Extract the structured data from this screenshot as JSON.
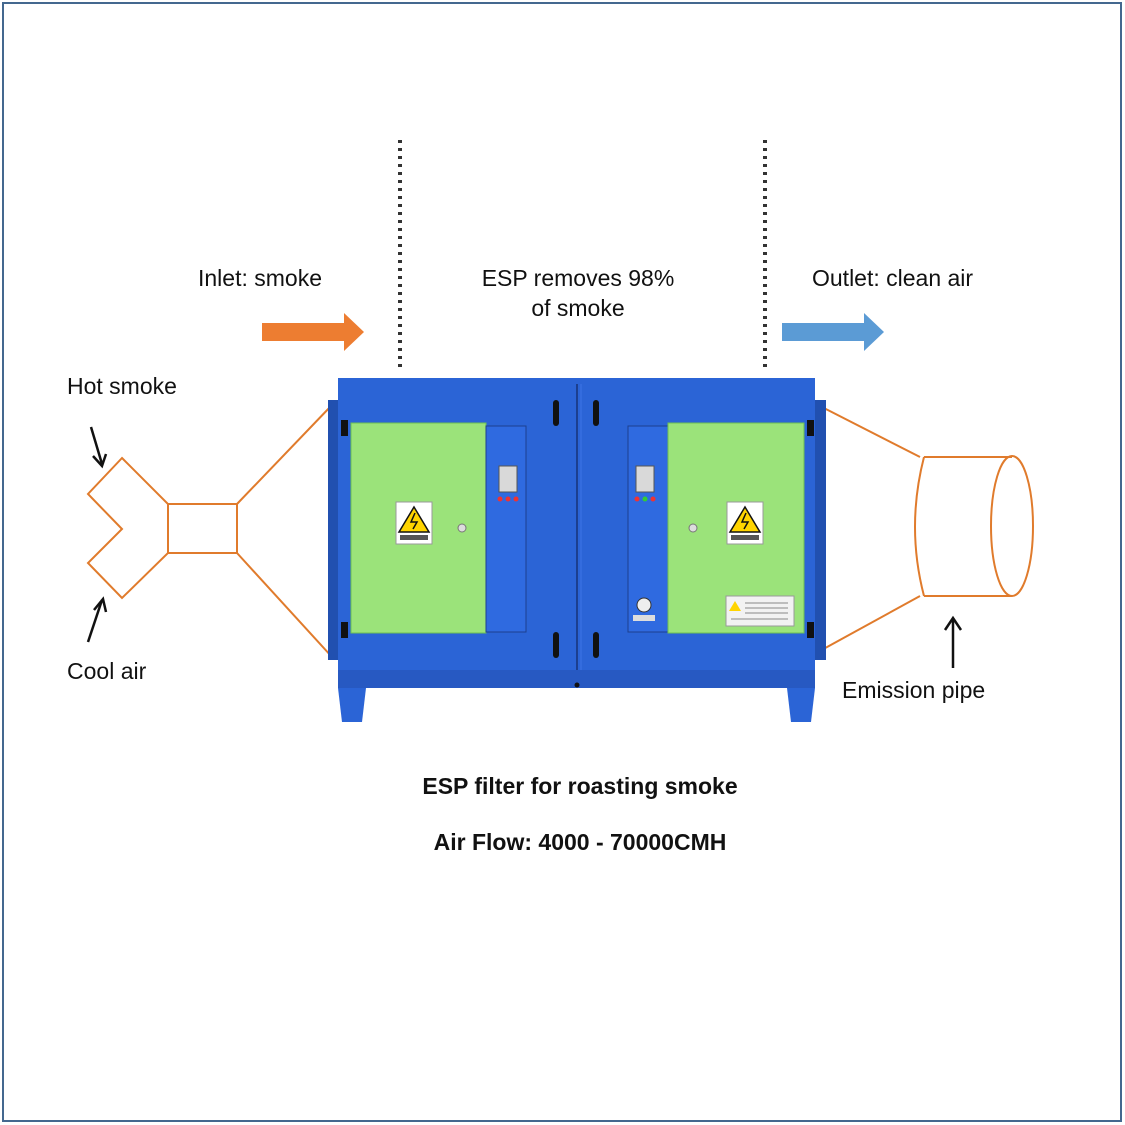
{
  "labels": {
    "inlet": "Inlet: smoke",
    "esp_line1": "ESP removes 98%",
    "esp_line2": "of smoke",
    "outlet": "Outlet: clean air",
    "hot_smoke": "Hot smoke",
    "cool_air": "Cool air",
    "emission_pipe": "Emission pipe"
  },
  "caption": {
    "line1": "ESP filter for roasting smoke",
    "line2": "Air Flow: 4000 - 70000CMH"
  },
  "colors": {
    "inlet_arrow": "#ed7d31",
    "outlet_arrow": "#5b9bd5",
    "duct_outline": "#e07b2c",
    "unit_body": "#2b64d6",
    "panel": "#9be37a",
    "frame": "#44688f"
  },
  "icons": {
    "warning": "high-voltage-warning-icon",
    "handle": "door-handle-icon",
    "indicator": "indicator-lights-icon"
  }
}
